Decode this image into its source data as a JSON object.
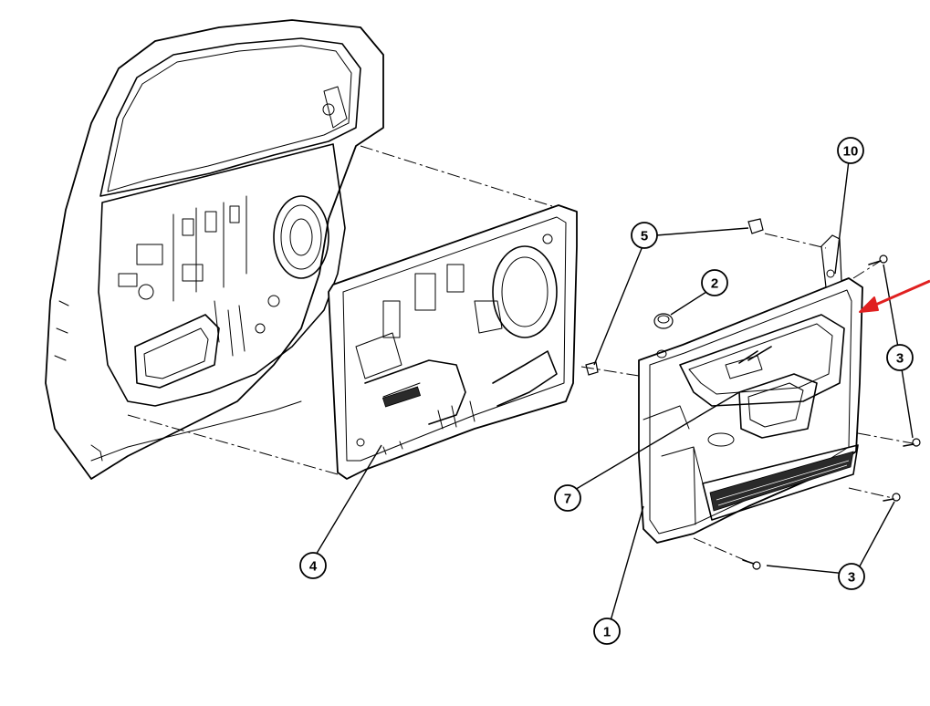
{
  "callouts": {
    "c1": "1",
    "c2": "2",
    "c3a": "3",
    "c3b": "3",
    "c4": "4",
    "c5": "5",
    "c7": "7",
    "c10": "10"
  },
  "colors": {
    "line": "#000000",
    "background": "#ffffff",
    "arrow": "#e02020"
  }
}
